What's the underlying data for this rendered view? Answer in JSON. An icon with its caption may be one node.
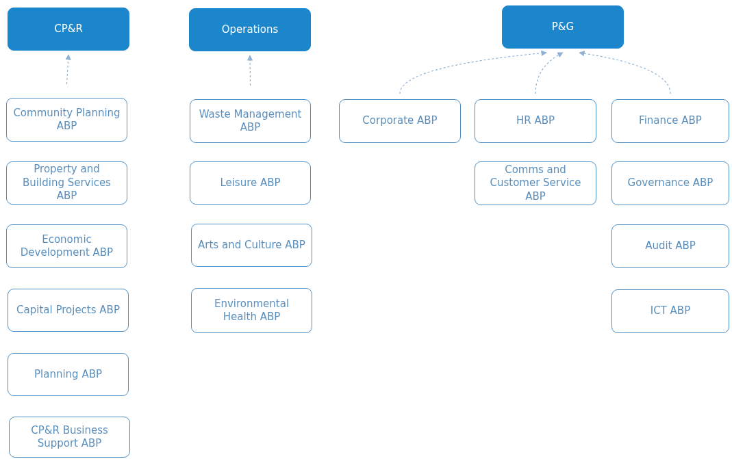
{
  "diagram": {
    "nodes": [
      {
        "text": [
          "CP&R"
        ]
      },
      {
        "text": [
          "Operations"
        ]
      },
      {
        "text": [
          "P&G"
        ]
      },
      {
        "text": [
          "Community Planning ABP"
        ]
      },
      {
        "text": [
          "Property and Building Services ABP"
        ]
      },
      {
        "text": [
          "Economic Development ABP"
        ]
      },
      {
        "text": [
          "Capital Projects ABP"
        ]
      },
      {
        "text": [
          "Planning ABP"
        ]
      },
      {
        "text": [
          "CP&R Business Support ABP"
        ]
      },
      {
        "text": [
          "Waste Management ABP"
        ]
      },
      {
        "text": [
          "Leisure ABP"
        ]
      },
      {
        "text": [
          "Arts and Culture ABP"
        ]
      },
      {
        "text": [
          "Environmental Health ABP"
        ]
      },
      {
        "text": [
          "Corporate ABP"
        ]
      },
      {
        "text": [
          "HR ABP"
        ]
      },
      {
        "text": [
          "Finance ABP"
        ]
      },
      {
        "text": [
          "Comms and Customer Service ABP"
        ]
      },
      {
        "text": [
          "Governance ABP"
        ]
      },
      {
        "text": [
          "Audit ABP"
        ]
      },
      {
        "text": [
          "ICT ABP"
        ]
      }
    ],
    "edges": [
      {
        "from": 3,
        "to": 0,
        "arrow": "to",
        "style": "dashed"
      },
      {
        "from": 9,
        "to": 1,
        "arrow": "to",
        "style": "dashed"
      },
      {
        "from": 13,
        "to": 2,
        "arrow": "to",
        "style": "dashed"
      },
      {
        "from": 14,
        "to": 2,
        "arrow": "to",
        "style": "dashed"
      },
      {
        "from": 15,
        "to": 2,
        "arrow": "to",
        "style": "dashed"
      }
    ]
  }
}
